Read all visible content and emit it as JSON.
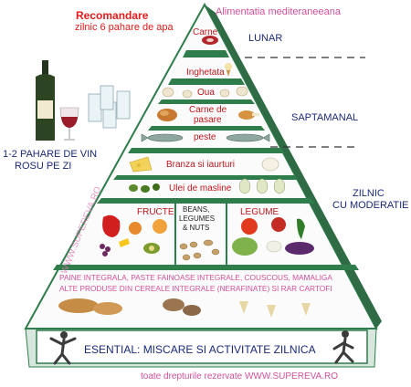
{
  "header": {
    "recommend_title": "Recomandare",
    "recommend_sub": "zilnic 6 pahare de apa",
    "diet_title": "Alimentatia mediteraneeana"
  },
  "frequency": {
    "monthly": "LUNAR",
    "weekly": "SAPTAMANAL",
    "daily_line1": "ZILNIC",
    "daily_line2": "CU MODERATIE"
  },
  "wine": {
    "line1": "1-2 PAHARE DE VIN",
    "line2": "ROSU PE ZI"
  },
  "tiers": {
    "meat": "Carne",
    "icecream": "Inghetata",
    "eggs": "Oua",
    "poultry_line1": "Carne de",
    "poultry_line2": "pasare",
    "fish": "peste",
    "cheese": "Branza si iaurturi",
    "olive_oil": "Ulei de masline",
    "fruits": "FRUCTE",
    "beans_line1": "BEANS,",
    "beans_line2": "LEGUMES",
    "beans_line3": "& NUTS",
    "vegetables": "LEGUME",
    "grains_line1": "PAINE INTEGRALA, PASTE FAINOASE INTEGRALE, COUSCOUS, MAMALIGA",
    "grains_line2": "ALTE PRODUSE DIN CEREALE INTEGRALE (NERAFINATE) SI RAR CARTOFI"
  },
  "base": {
    "essential": "ESENTIAL: MISCARE SI ACTIVITATE ZILNICA"
  },
  "watermark": "WWW.SUPEREVA.RO",
  "footer": "toate drepturile rezervate  WWW.SUPEREVA.RO",
  "colors": {
    "accent_red": "#e31b1b",
    "navy_text": "#1a2a7a",
    "pink_text": "#d2509a",
    "pyramid_edge": "#2e7d4a",
    "pyramid_fill": "#fbfbfb"
  }
}
